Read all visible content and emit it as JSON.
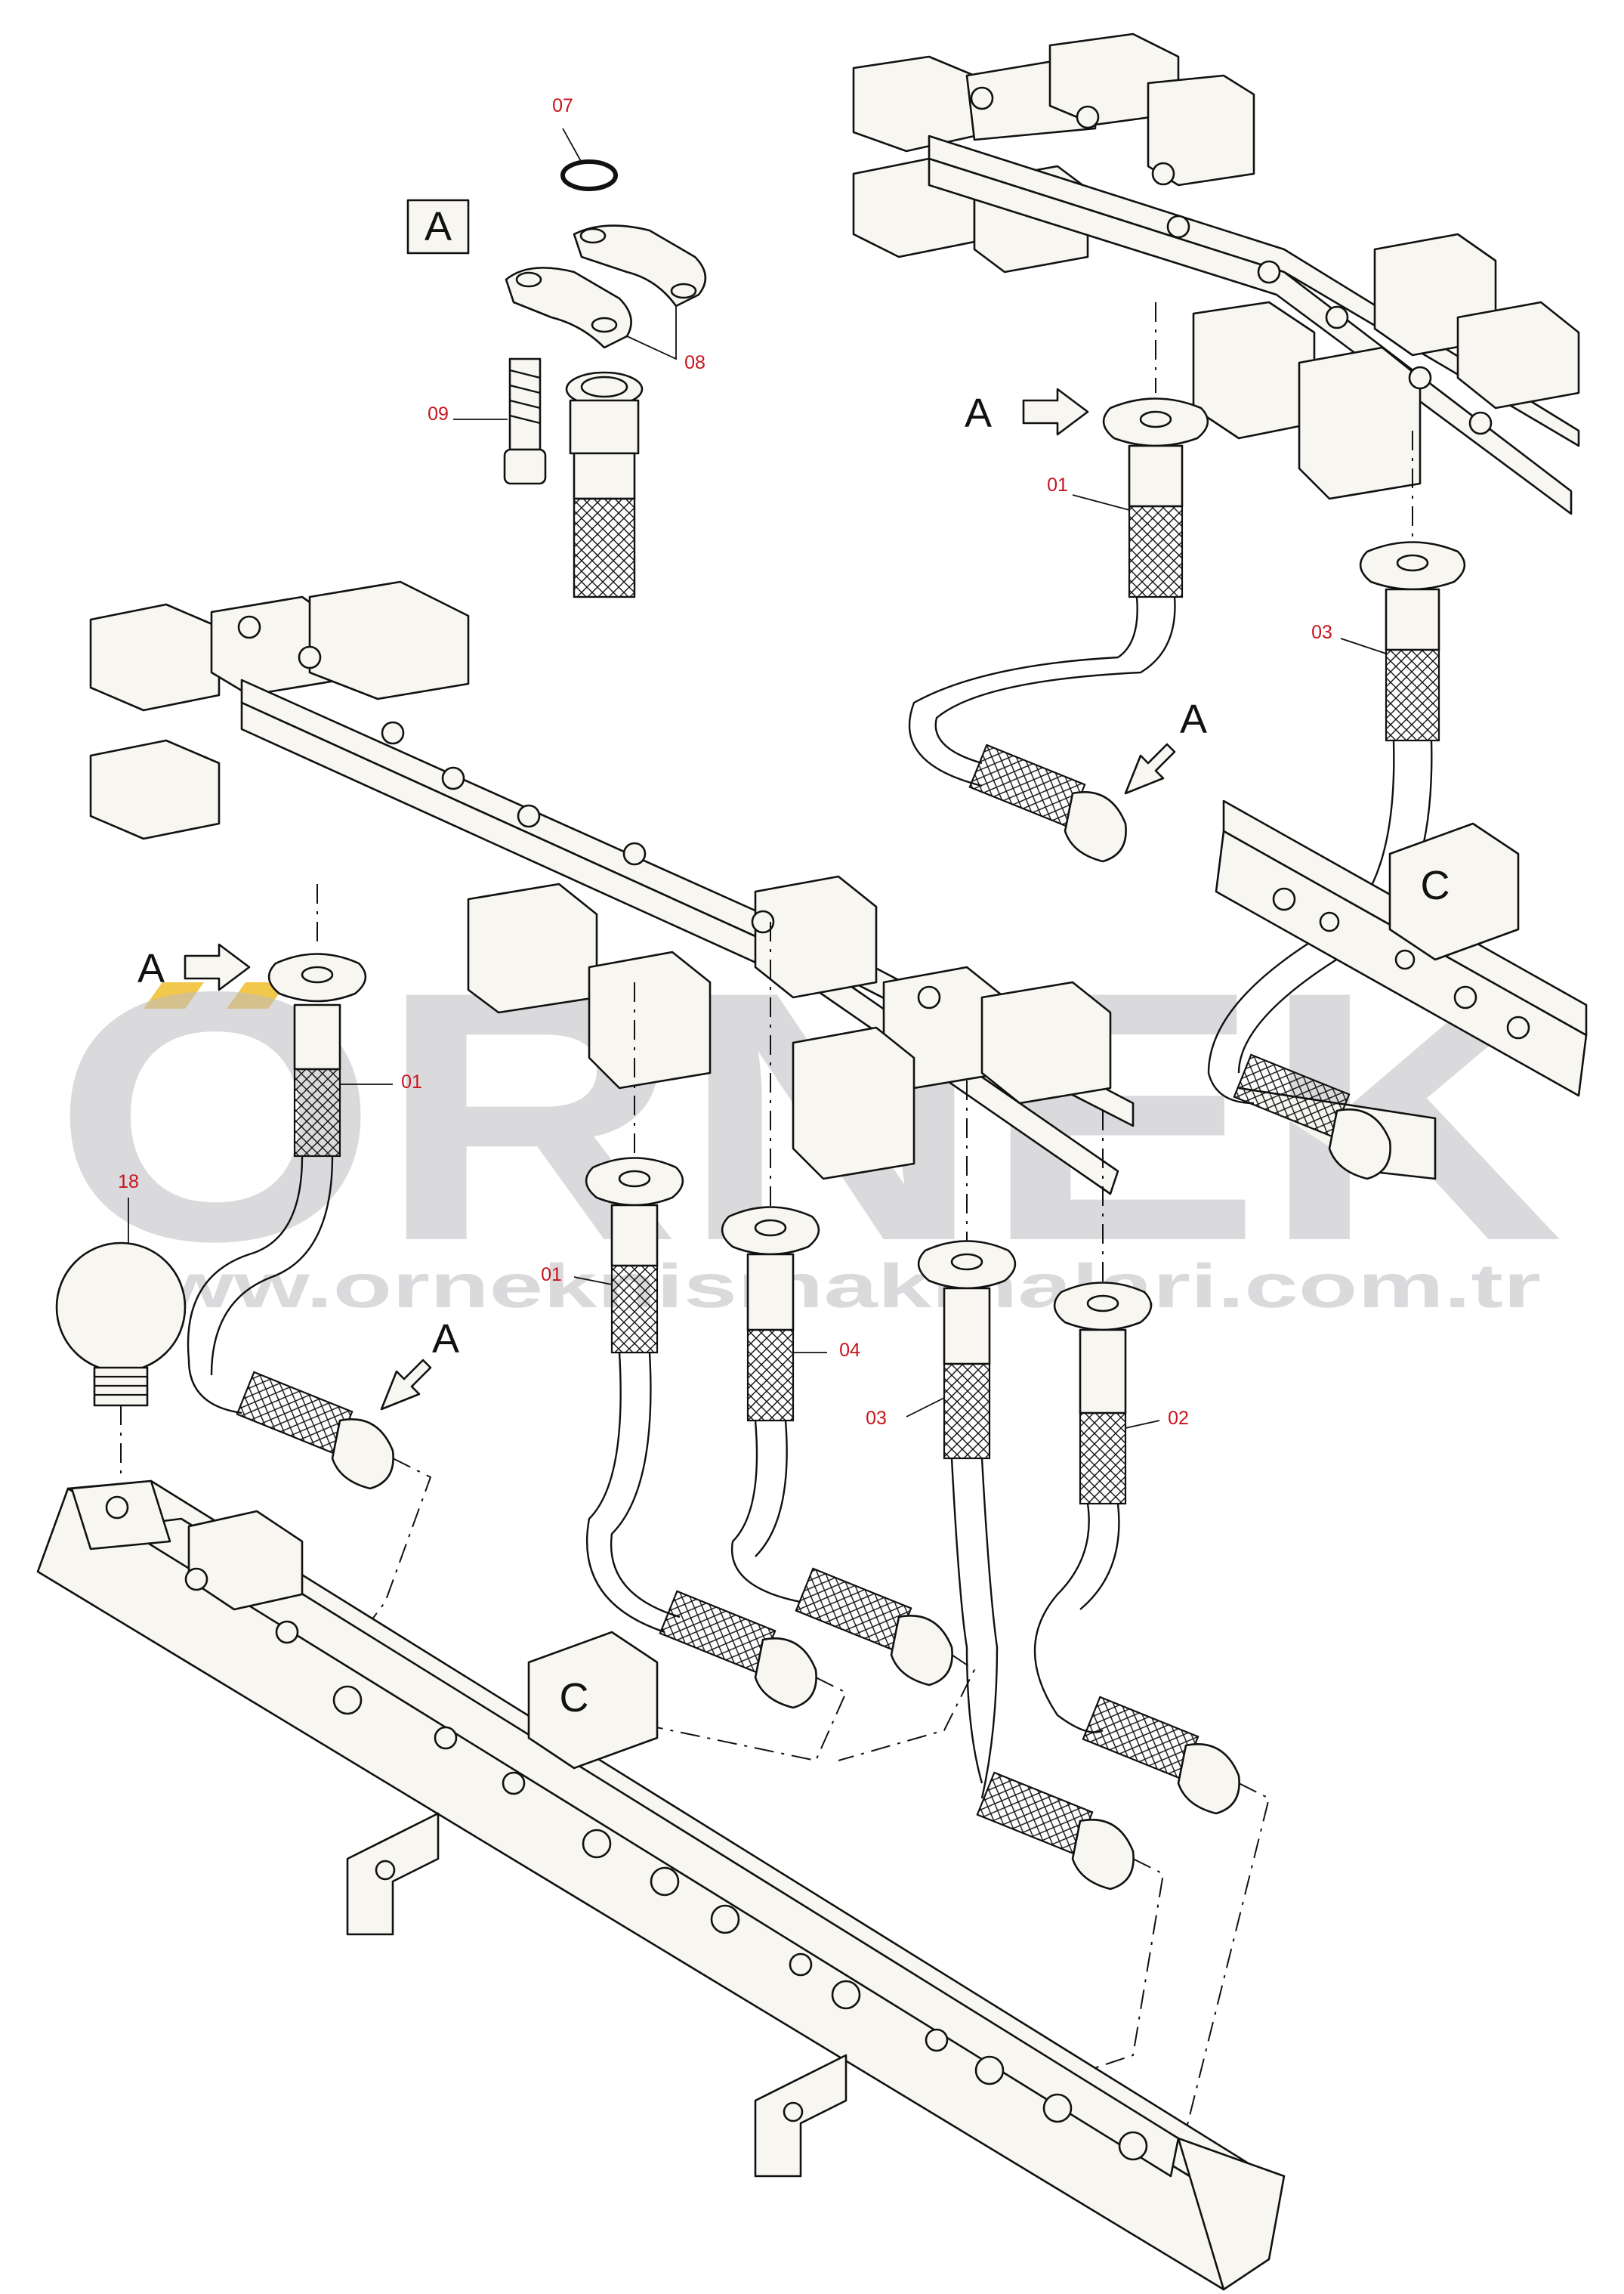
{
  "watermark": {
    "brand": "ORNEK",
    "url": "www.orneknismakinalari.com.tr",
    "brand_color": "#bdbcc3",
    "accent_color": "#f1c84b"
  },
  "callout_color": "#c8141e",
  "detail_tags": {
    "detail_box": "A",
    "arrow_a_top": "A",
    "arrow_a_right": "A",
    "arrow_a_left": "A",
    "arrow_a_mid": "A",
    "connector_c_upper": "C",
    "connector_c_lower": "C"
  },
  "callouts": {
    "p07": "07",
    "p08": "08",
    "p09": "09",
    "p01_top": "01",
    "p03_top": "03",
    "p01_left": "01",
    "p18": "18",
    "p01_mid": "01",
    "p04": "04",
    "p03_mid": "03",
    "p02": "02"
  }
}
